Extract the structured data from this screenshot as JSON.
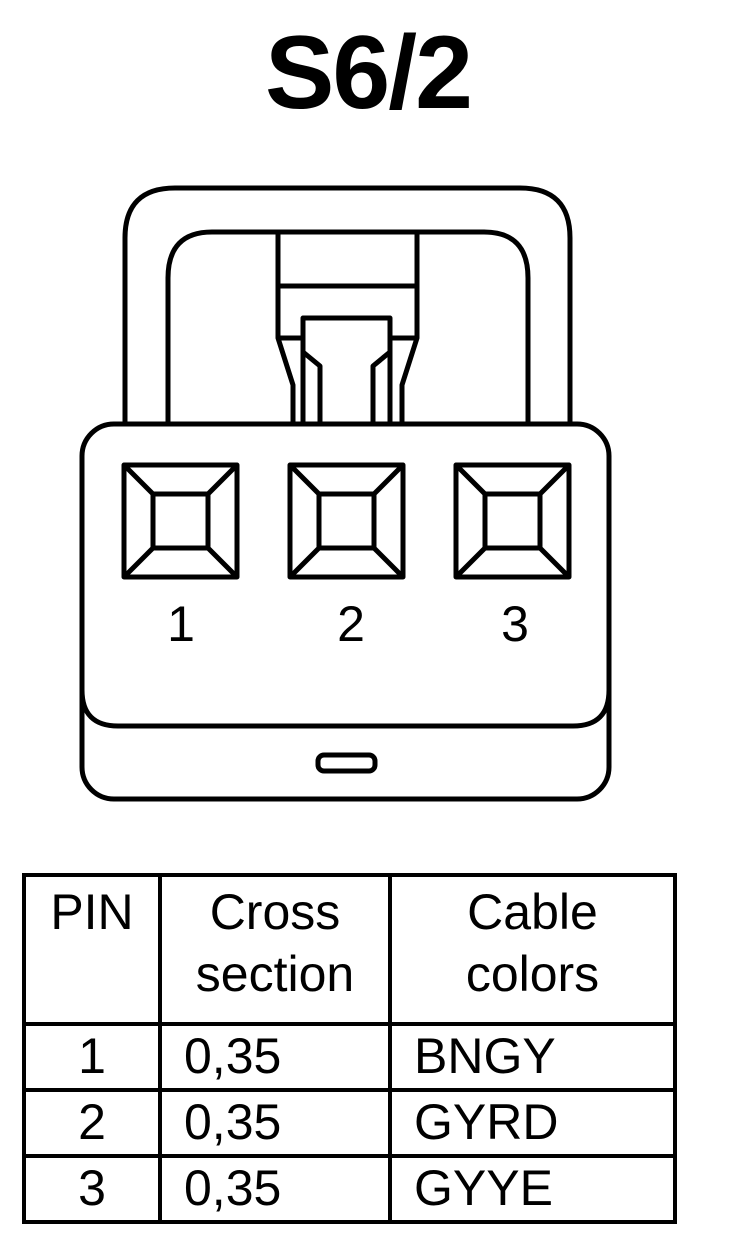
{
  "title": "S6/2",
  "connector": {
    "pins": [
      "1",
      "2",
      "3"
    ]
  },
  "table": {
    "headers": {
      "pin": "PIN",
      "cross_line1": "Cross",
      "cross_line2": "section",
      "colors_line1": "Cable",
      "colors_line2": "colors"
    },
    "rows": [
      {
        "pin": "1",
        "cross": "0,35",
        "color": "BNGY"
      },
      {
        "pin": "2",
        "cross": "0,35",
        "color": "GYRD"
      },
      {
        "pin": "3",
        "cross": "0,35",
        "color": "GYYE"
      }
    ]
  }
}
